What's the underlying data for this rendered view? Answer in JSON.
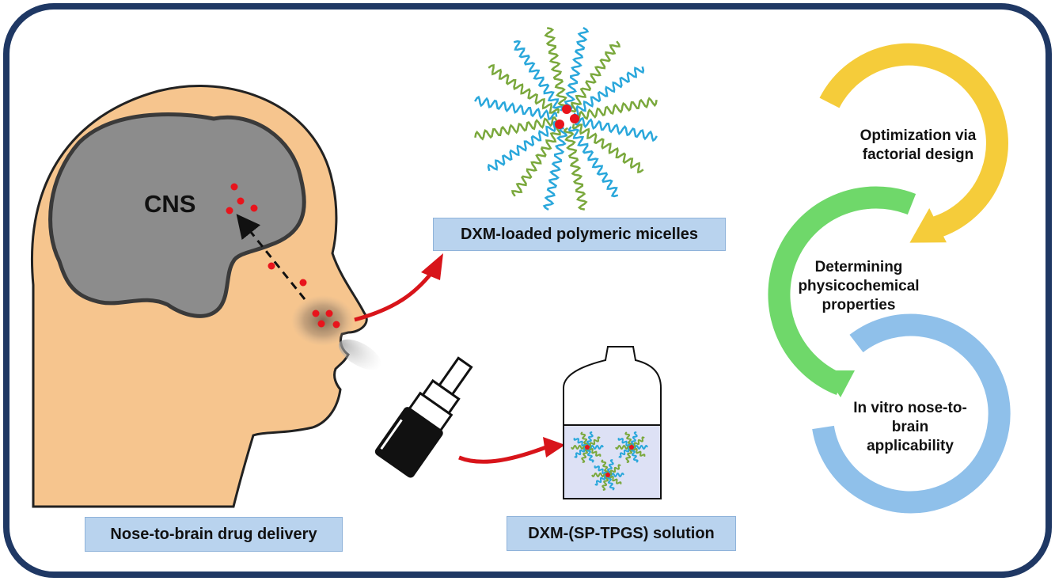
{
  "brain_label": "CNS",
  "labels": {
    "micelles": "DXM-loaded polymeric micelles",
    "delivery": "Nose-to-brain drug delivery",
    "solution": "DXM-(SP-TPGS) solution"
  },
  "cycle": {
    "step1_line1": "Optimization via",
    "step1_line2": "factorial design",
    "step2_line1": "Determining",
    "step2_line2": "physicochemical",
    "step2_line3": "properties",
    "step3_line1": "In vitro nose-to-",
    "step3_line2": "brain",
    "step3_line3": "applicability"
  },
  "colors": {
    "frame": "#1f3864",
    "skin": "#f6c58e",
    "brain": "#8c8c8c",
    "drug": "#e8141c",
    "arrow_red": "#d8141a",
    "cycle_yellow": "#f5cc3a",
    "cycle_green": "#6fd86a",
    "cycle_blue": "#8fc0ea",
    "chain_blue": "#29a7db",
    "chain_green": "#7aa83c",
    "label_bg": "#b9d3ee"
  }
}
